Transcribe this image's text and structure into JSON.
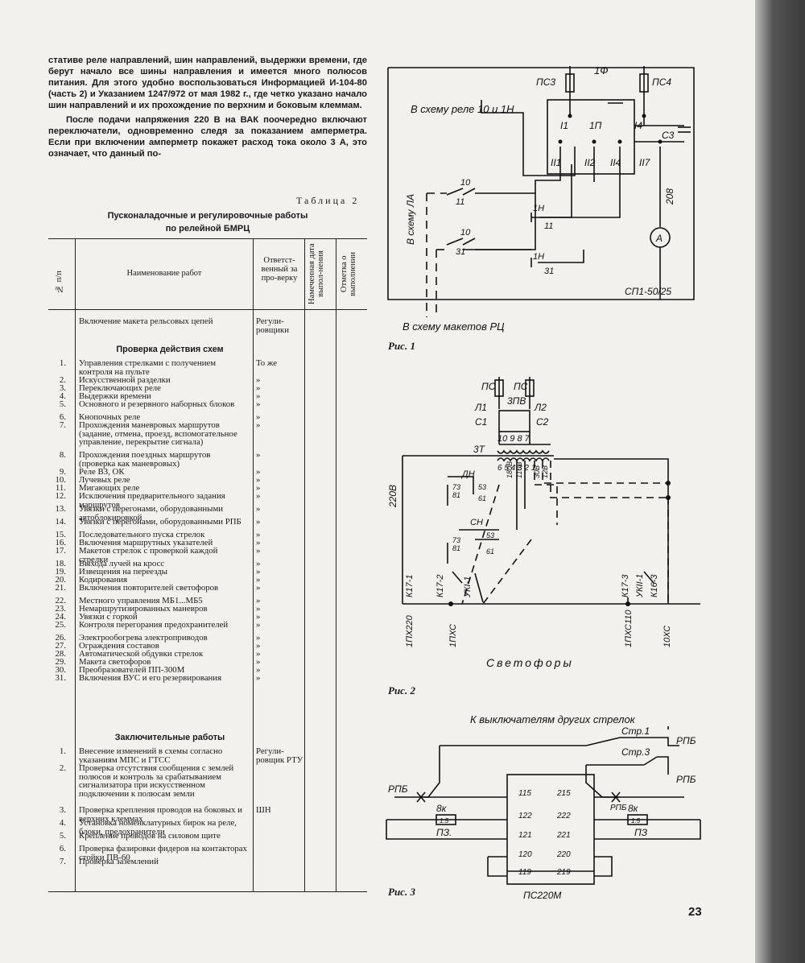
{
  "intro": {
    "p1": "стативе реле направлений, шин направлений, выдержки времени, где берут начало все шины направления и имеется много полюсов питания. Для этого удобно воспользоваться Информацией И-104-80 (часть 2) и Указанием 1247/972 от мая 1982 г., где четко указано начало шин направлений и их прохождение по верхним и боковым клеммам.",
    "p2": "После подачи напряжения 220 В на ВАК поочередно включают переключатели, одновременно следя за показанием амперметра. Если при включении амперметр покажет расход тока около 3 А, это означает, что данный по-"
  },
  "table": {
    "label": "Таблица 2",
    "title1": "Пусконаладочные и регулировочные работы",
    "title2": "по релейной БМРЦ",
    "headers": {
      "num": "№ п/п",
      "name": "Наименование работ",
      "resp": "Ответст-венный за про-верку",
      "date": "Намеченная дата выпол-нения",
      "mark": "Отметка о выполнении"
    },
    "first_row": {
      "text": "Включение макета рельсовых цепей",
      "resp": "Регули-ровщики"
    },
    "section1": "Проверка действия схем",
    "rows1": [
      {
        "n": "1.",
        "t": "Управления стрелками с получением контроля на пульте",
        "r": "То же"
      },
      {
        "n": "2.",
        "t": "Искусственной разделки",
        "r": "»"
      },
      {
        "n": "3.",
        "t": "Переключающих реле",
        "r": "»"
      },
      {
        "n": "4.",
        "t": "Выдержки времени",
        "r": "»"
      },
      {
        "n": "5.",
        "t": "Основного и резервного наборных блоков",
        "r": "»"
      },
      {
        "n": "6.",
        "t": "Кнопочных реле",
        "r": "»"
      },
      {
        "n": "7.",
        "t": "Прохождения маневровых маршрутов (задание, отмена, проезд, вспомогательное управление, перекрытие сигнала)",
        "r": "»"
      },
      {
        "n": "8.",
        "t": "Прохождения поездных маршрутов (проверка как маневровых)",
        "r": "»"
      },
      {
        "n": "9.",
        "t": "Реле ВЗ, ОК",
        "r": "»"
      },
      {
        "n": "10.",
        "t": "Лучевых реле",
        "r": "»"
      },
      {
        "n": "11.",
        "t": "Мигающих реле",
        "r": "»"
      },
      {
        "n": "12.",
        "t": "Исключения предварительного задания маршрутов",
        "r": "»"
      },
      {
        "n": "13.",
        "t": "Увязки с перегонами, оборудованными автоблокировкой",
        "r": "»"
      },
      {
        "n": "14.",
        "t": "Увязки с перегонами, оборудованными РПБ",
        "r": "»"
      },
      {
        "n": "15.",
        "t": "Последовательного пуска стрелок",
        "r": "»"
      },
      {
        "n": "16.",
        "t": "Включения маршрутных указателей",
        "r": "»"
      },
      {
        "n": "17.",
        "t": "Макетов стрелок с проверкой каждой стрелки",
        "r": "»"
      },
      {
        "n": "18.",
        "t": "Выхода лучей на кросс",
        "r": "»"
      },
      {
        "n": "19.",
        "t": "Извещения на переезды",
        "r": "»"
      },
      {
        "n": "20.",
        "t": "Кодирования",
        "r": "»"
      },
      {
        "n": "21.",
        "t": "Включения повторителей светофоров",
        "r": "»"
      },
      {
        "n": "22.",
        "t": "Местного управления МБ1...МБ5",
        "r": "»"
      },
      {
        "n": "23.",
        "t": "Немаршрутизированных маневров",
        "r": "»"
      },
      {
        "n": "24.",
        "t": "Увязки с горкой",
        "r": "»"
      },
      {
        "n": "25.",
        "t": "Контроля перегорания предохранителей",
        "r": "»"
      },
      {
        "n": "26.",
        "t": "Электрообогрева электроприводов",
        "r": "»"
      },
      {
        "n": "27.",
        "t": "Ограждения составов",
        "r": "»"
      },
      {
        "n": "28.",
        "t": "Автоматической обдувки стрелок",
        "r": "»"
      },
      {
        "n": "29.",
        "t": "Макета светофоров",
        "r": "»"
      },
      {
        "n": "30.",
        "t": "Преобразователей ПП-300М",
        "r": "»"
      },
      {
        "n": "31.",
        "t": "Включения ВУС и его резервирования",
        "r": "»"
      }
    ],
    "section2": "Заключительные работы",
    "rows2": [
      {
        "n": "1.",
        "t": "Внесение изменений в схемы согласно указаниям МПС и ГТСС",
        "r": "Регули-ровщик РТУ"
      },
      {
        "n": "2.",
        "t": "Проверка отсутствия сообщения с землей полюсов и контроль за срабатыванием сигнализатора при искусственном подключении к полюсам земли",
        "r": ""
      },
      {
        "n": "3.",
        "t": "Проверка крепления проводов на боковых и верхних клеммах",
        "r": "ШН"
      },
      {
        "n": "4.",
        "t": "Установка номенклатурных бирок на реле, блоки, предохранители",
        "r": ""
      },
      {
        "n": "5.",
        "t": "Крепление проводов на силовом щите",
        "r": ""
      },
      {
        "n": "6.",
        "t": "Проверка фазировки фидеров на контакторах стойки ПВ-60",
        "r": ""
      },
      {
        "n": "7.",
        "t": "Проверка заземлений",
        "r": ""
      }
    ]
  },
  "fig1": {
    "caption": "Рис. 1",
    "title_1f": "1Ф",
    "ps3": "ПС3",
    "ps4": "ПС4",
    "to_relay": "В схему реле 10 и 1Н",
    "to_la": "В схему ЛА",
    "to_rc": "В схему макетов РЦ",
    "i1": "I1",
    "ip": "1П",
    "i4": "I4",
    "ii1": "II1",
    "ii2": "II2",
    "ii4": "II4",
    "ii7": "II7",
    "c3": "С3",
    "v208": "208",
    "r10a": "10",
    "r11a": "11",
    "r1h_a": "1Н",
    "r11b": "11",
    "r10b": "10",
    "r31a": "31",
    "r1h_b": "1Н",
    "r31b": "31",
    "ammeter": "А",
    "sp": "СП1-50/25"
  },
  "fig2": {
    "caption": "Рис. 2",
    "ps1": "ПС",
    "ps2": "ПС",
    "l1": "Л1",
    "zpv": "3ПВ",
    "l2": "Л2",
    "c1": "С1",
    "c2": "С2",
    "nums_top": "10 9 8 7",
    "zt": "3Т",
    "v220": "220В",
    "dn": "ДН",
    "sn": "СН",
    "c73": "73",
    "c81": "81",
    "c53": "53",
    "c61": "61",
    "c73b": "73",
    "c81b": "81",
    "c53b": "53",
    "c61b": "61",
    "w180": "180В",
    "w110": "110В",
    "w30": "30В",
    "w12": "12В",
    "coil_nums": "6 5 4 3 2 1",
    "k171": "К17-1",
    "k172": "К17-2",
    "vk11": "УКI-1",
    "k173": "К17-3",
    "vk21": "УКII-1",
    "k163": "К16-3",
    "p220": "1ПХ220",
    "pxs": "1ПХС",
    "pxs110": "1ПХС110",
    "xs10": "10ХС",
    "svet": "Светофоры"
  },
  "fig3": {
    "caption": "Рис. 3",
    "title": "К выключателям других стрелок",
    "str1": "Стр.1",
    "str3": "Стр.3",
    "rpb1": "РПБ",
    "rpb2": "РПБ",
    "rpb3": "РПБ",
    "rpb4": "РПБ",
    "k8a": "8к",
    "k8b": "8к",
    "f15a": "1.5",
    "f15b": "1.5",
    "pz1": "ПЗ.",
    "pz2": "ПЗ",
    "left_terms": [
      "115",
      "122",
      "121",
      "120",
      "119"
    ],
    "right_terms": [
      "215",
      "222",
      "221",
      "220",
      "219"
    ],
    "block": "ПС220М"
  },
  "page_number": "23"
}
